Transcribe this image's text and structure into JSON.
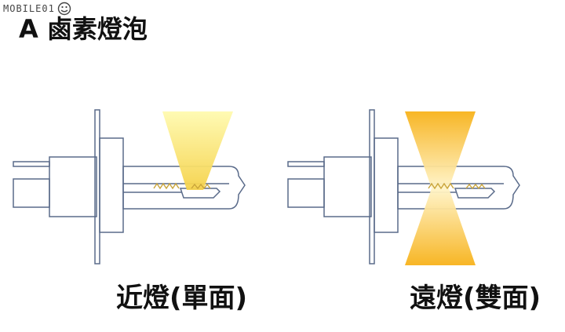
{
  "watermark": {
    "text": "MOBILE01"
  },
  "title": "A 鹵素燈泡",
  "bulbs": [
    {
      "id": "low-beam",
      "caption": "近燈(單面)"
    },
    {
      "id": "high-beam",
      "caption": "遠燈(雙面)"
    }
  ],
  "colors": {
    "outline": "#5a6b8a",
    "light_low_top": "#fffab0",
    "light_low_bottom": "#f5d24a",
    "light_high_edge": "#fff4c8",
    "light_high_core": "#f7b21a",
    "filament": "#c9a43a"
  }
}
